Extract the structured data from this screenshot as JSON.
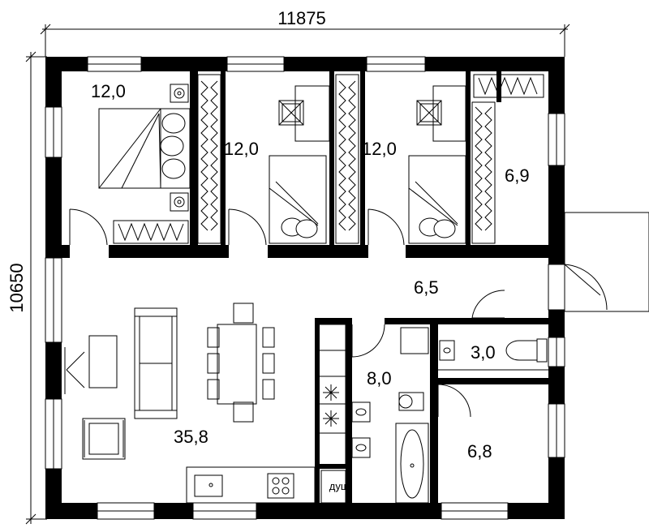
{
  "dimensions": {
    "width": "11875",
    "height": "10650"
  },
  "rooms": {
    "bedroom_1": "12,0",
    "bedroom_2": "12,0",
    "bedroom_3": "12,0",
    "closet": "6,9",
    "hall": "6,5",
    "living_kitchen": "35,8",
    "bathroom": "8,0",
    "toilet": "3,0",
    "room_small": "6,8"
  },
  "labels": {
    "shower": "душ"
  }
}
